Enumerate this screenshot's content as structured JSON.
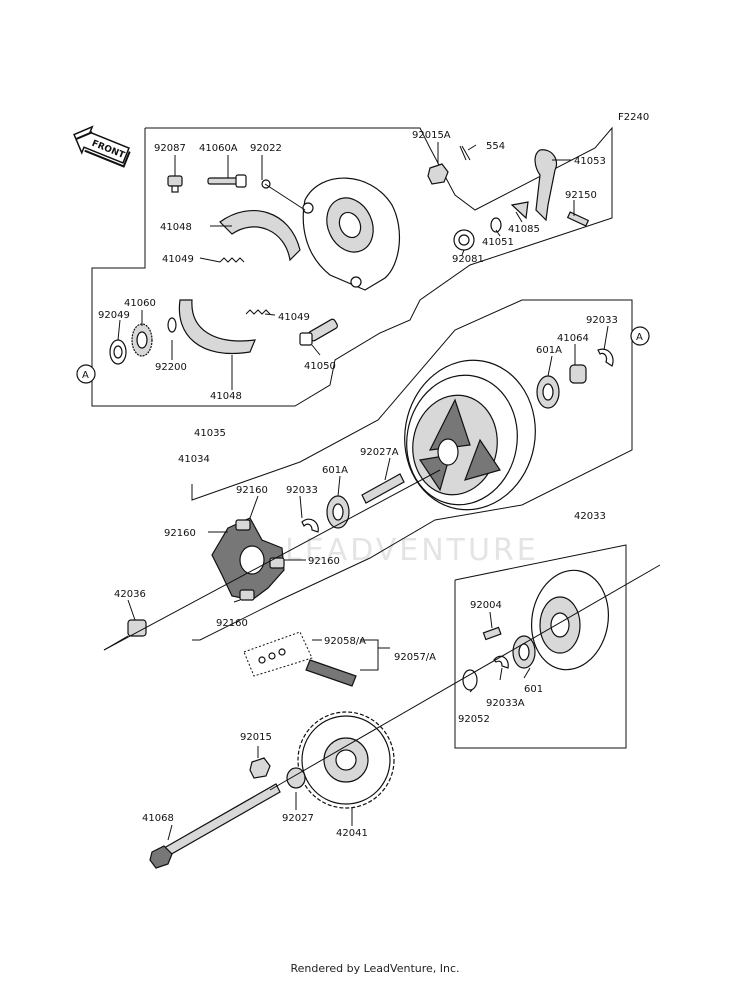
{
  "figure_code": "F2240",
  "front_label": "FRONT",
  "watermark": "LEADVENTURE",
  "credit": "Rendered by LeadVenture, Inc.",
  "callouts": {
    "ref_a_left": "A",
    "ref_a_right": "A",
    "p92087": "92087",
    "p41060A": "41060A",
    "p92022": "92022",
    "p92015A": "92015A",
    "p554": "554",
    "p41053": "41053",
    "p41048_top": "41048",
    "p41049_left": "41049",
    "p92150": "92150",
    "p41085": "41085",
    "p41051": "41051",
    "p92081": "92081",
    "p41060": "41060",
    "p92049": "92049",
    "p41049_right": "41049",
    "p92200": "92200",
    "p41050": "41050",
    "p41048_bottom": "41048",
    "p41035": "41035",
    "p92033_right": "92033",
    "p41064": "41064",
    "p601A_right": "601A",
    "p41034": "41034",
    "p92027A": "92027A",
    "p601A_mid": "601A",
    "p92160_top": "92160",
    "p92033_mid": "92033",
    "p92160_left": "92160",
    "p92160_right": "92160",
    "p92160_bottom": "92160",
    "p42033": "42033",
    "p42036": "42036",
    "p92004": "92004",
    "p92058A": "92058/A",
    "p92057A": "92057/A",
    "p601": "601",
    "p92033A": "92033A",
    "p92052": "92052",
    "p92015": "92015",
    "p41068": "41068",
    "p92027": "92027",
    "p42041": "42041"
  }
}
